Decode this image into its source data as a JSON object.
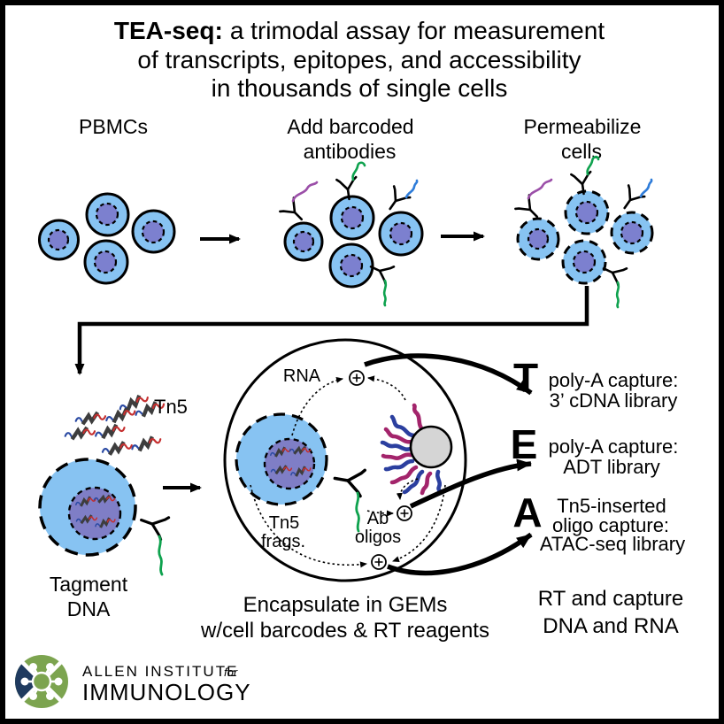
{
  "title": {
    "prefix_bold": "TEA-seq:",
    "line1_rest": "a trimodal assay for measurement",
    "line2": "of transcripts, epitopes, and accessibility",
    "line3": "in thousands of single cells"
  },
  "panels": {
    "pbmcs": {
      "label": "PBMCs"
    },
    "antibodies": {
      "label_line1": "Add barcoded",
      "label_line2": "antibodies"
    },
    "permeabilize": {
      "label_line1": "Permeabilize",
      "label_line2": "cells"
    }
  },
  "tagmentation": {
    "tn5_label": "Tn5",
    "caption_line1": "Tagment",
    "caption_line2": "DNA"
  },
  "gem": {
    "rna_label": "RNA",
    "tn5_frags_line1": "Tn5",
    "tn5_frags_line2": "frags.",
    "ab_oligos_line1": "Ab",
    "ab_oligos_line2": "oligos",
    "caption_line1": "Encapsulate in GEMs",
    "caption_line2": "w/cell barcodes & RT reagents"
  },
  "outputs": [
    {
      "letter": "T",
      "desc_line1": "poly-A capture:",
      "desc_line2": "3’ cDNA library"
    },
    {
      "letter": "E",
      "desc_line1": "poly-A capture:",
      "desc_line2": "ADT library"
    },
    {
      "letter": "A",
      "desc_line1": "Tn5-inserted",
      "desc_line2": "oligo capture:",
      "desc_line3": "ATAC-seq library"
    }
  ],
  "rt_caption": {
    "line1": "RT and capture",
    "line2": "DNA and RNA"
  },
  "logo": {
    "institute": "ALLEN INSTITUTE",
    "for_word": "for",
    "division": "IMMUNOLOGY"
  },
  "icons": {
    "capture_site": "plus-circle-icon",
    "antibody": "antibody-y-icon",
    "transposase": "tn5-complex-icon"
  },
  "colors": {
    "cell_cytoplasm": "#87C3F2",
    "cell_nucleus": "#7C80CF",
    "tagment_nucleus": "#7F7EC6",
    "bead_gray": "#D5D5D5",
    "bead_strand_magenta": "#A3246B",
    "bead_strand_blue": "#2B3F9F",
    "oligo_green": "#0EA24E",
    "oligo_purple": "#9B4FA8",
    "oligo_blue": "#2E7CD9",
    "tn5_body_gray": "#3D3D3D",
    "tn5_end_blue": "#2B4AA3",
    "tn5_end_red": "#C52F2F",
    "logo_green": "#7CA44F",
    "logo_navy": "#1F3A5F",
    "outline_black": "#000000"
  }
}
